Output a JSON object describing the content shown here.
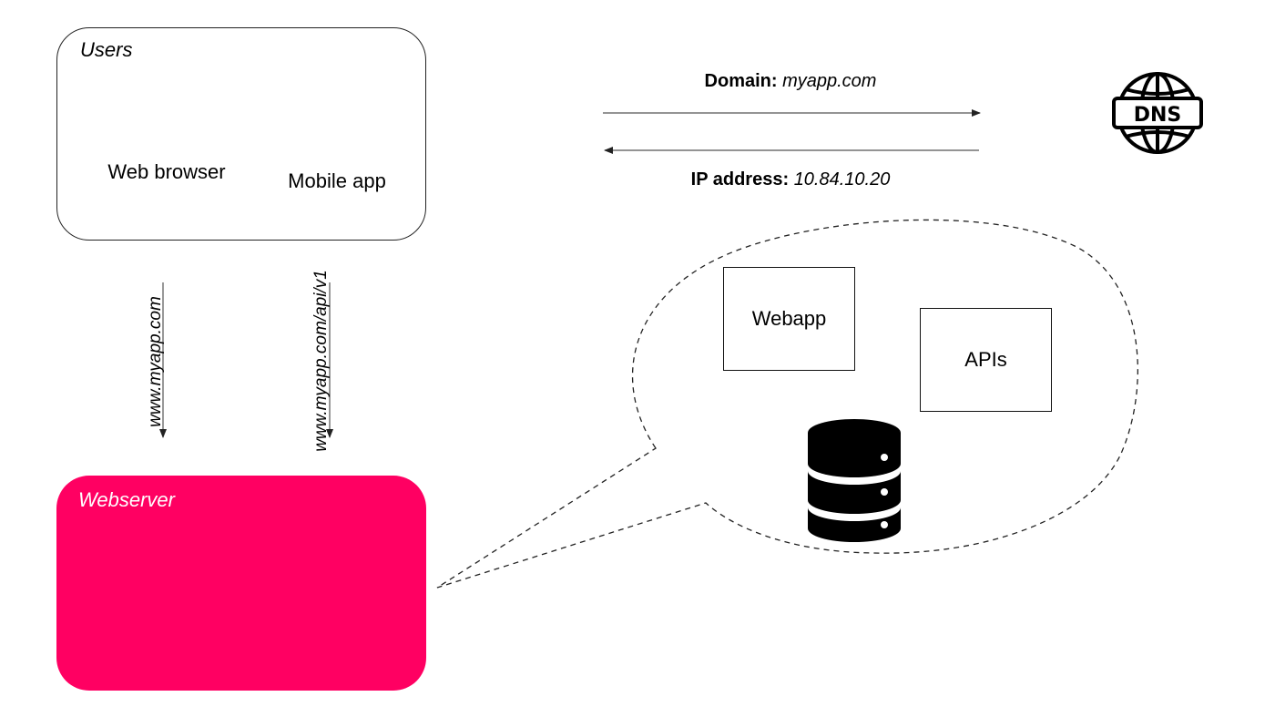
{
  "users": {
    "title": "Users",
    "web_browser_label": "Web browser",
    "mobile_app_label": "Mobile app"
  },
  "requests": {
    "web_url": "www.myapp.com",
    "api_url": "www.myapp.com/api/v1"
  },
  "dns": {
    "domain_key": "Domain:",
    "domain_value": "myapp.com",
    "ip_key": "IP address:",
    "ip_value": "10.84.10.20",
    "icon_text": "DNS"
  },
  "webserver": {
    "title": "Webserver"
  },
  "bubble": {
    "webapp_label": "Webapp",
    "apis_label": "APIs"
  },
  "colors": {
    "webserver_bg": "#ff0062",
    "line": "#222222"
  },
  "icons": [
    "laptop-globe-icon",
    "smartphone-icon",
    "dns-globe-icon",
    "server-rack-icon",
    "database-icon"
  ]
}
